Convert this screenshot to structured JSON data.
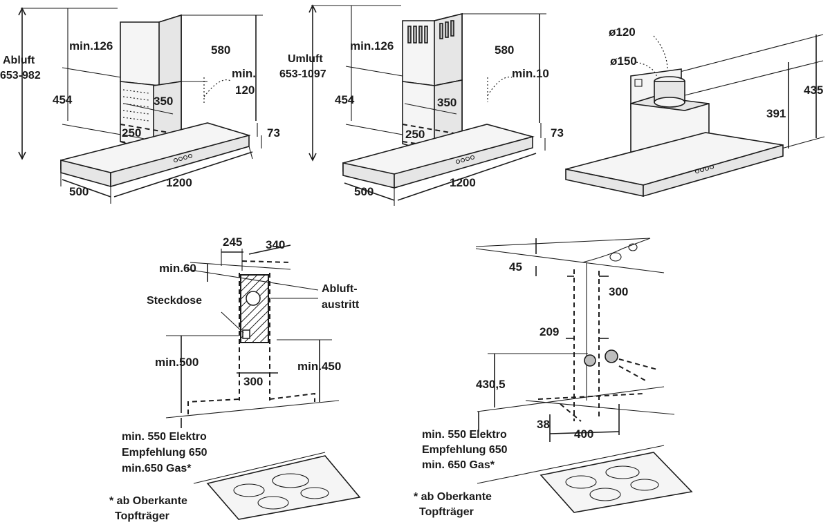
{
  "panel_top_left": {
    "label_mode": "Abluft",
    "label_range": "653-982",
    "dim_min": "min.126",
    "dim_454": "454",
    "dim_580": "580",
    "dim_min_a": "min.",
    "dim_min_b": "120",
    "dim_350": "350",
    "dim_250": "250",
    "dim_73": "73",
    "dim_500": "500",
    "dim_1200": "1200"
  },
  "panel_top_middle": {
    "label_mode": "Umluft",
    "label_range": "653-1097",
    "dim_min": "min.126",
    "dim_454": "454",
    "dim_580": "580",
    "dim_min10": "min.10",
    "dim_350": "350",
    "dim_250": "250",
    "dim_73": "73",
    "dim_500": "500",
    "dim_1200": "1200"
  },
  "panel_top_right": {
    "dia_120": "ø120",
    "dia_150": "ø150",
    "dim_435": "435",
    "dim_391": "391"
  },
  "panel_bottom_left": {
    "dim_245": "245",
    "dim_340": "340",
    "dim_min60": "min.60",
    "label_socket": "Steckdose",
    "label_exhaust_1": "Abluft-",
    "label_exhaust_2": "austritt",
    "dim_min500": "min.500",
    "dim_min450": "min.450",
    "dim_300": "300",
    "note_1": "min. 550 Elektro",
    "note_2": "Empfehlung 650",
    "note_3": "min.650 Gas*",
    "foot_1": "* ab Oberkante",
    "foot_2": "Topfträger"
  },
  "panel_bottom_right": {
    "dim_45": "45",
    "dim_300": "300",
    "dim_209": "209",
    "dim_430": "430,5",
    "dim_38": "38",
    "dim_400": "400",
    "note_1": "min. 550 Elektro",
    "note_2": "Empfehlung 650",
    "note_3": "min. 650 Gas*",
    "foot_1": "* ab Oberkante",
    "foot_2": "Topfträger"
  }
}
